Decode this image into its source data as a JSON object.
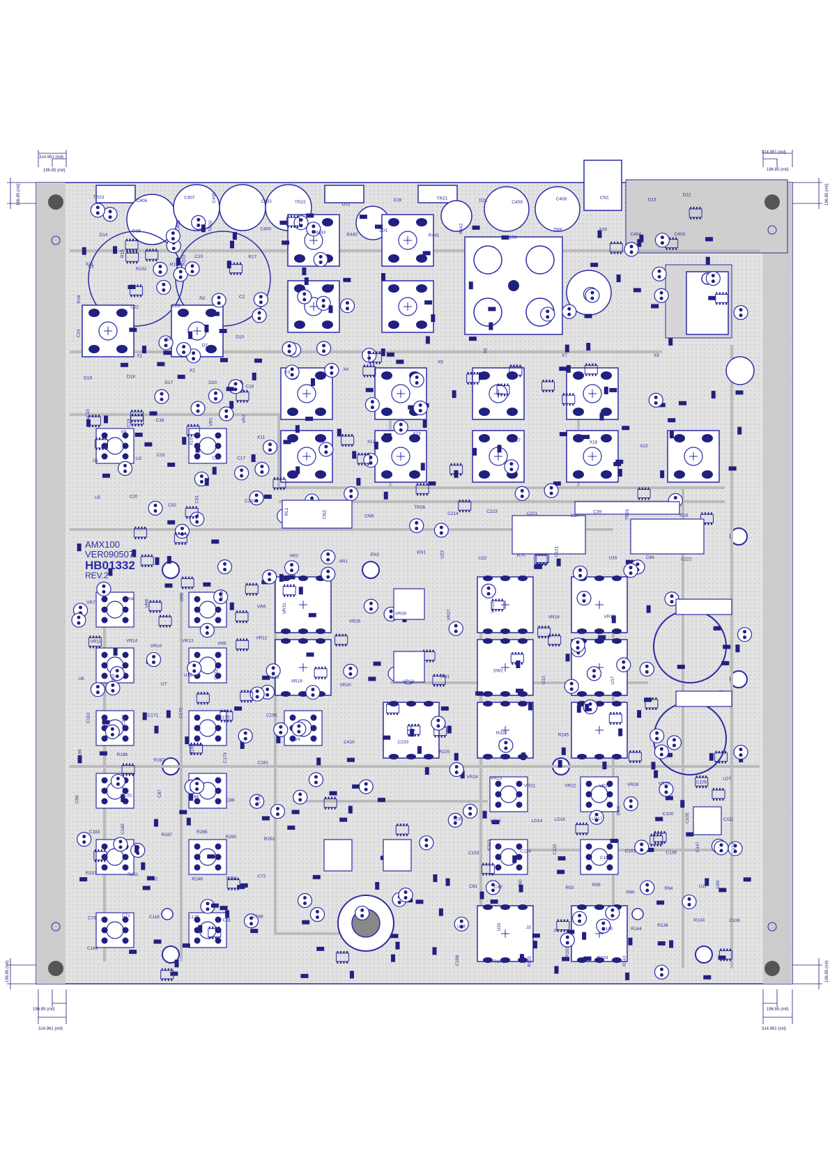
{
  "board": {
    "product": "AMX100",
    "version": "VER090507",
    "code": "HB01332",
    "revision": "REV.2"
  },
  "dimensions": {
    "outer": "314.961 (mil)",
    "inner": "196.85 (mil)"
  },
  "colors": {
    "silkscreen": "#2a2aa6",
    "copper": "#c8c8c8",
    "board": "#dcdcdc",
    "pad": "#202080"
  },
  "labels": {
    "power": [
      "TR23",
      "C406",
      "C407",
      "C405",
      "C402",
      "TR22",
      "D22",
      "D16",
      "TR21",
      "D21",
      "C409",
      "C408",
      "CN1",
      "D13",
      "D12",
      "D14",
      "D15",
      "C401",
      "TR20",
      "C400",
      "R443",
      "R440",
      "ZD1",
      "R441",
      "R442",
      "R153",
      "TR9",
      "X16",
      "C404",
      "C403",
      "X21",
      "R232",
      "R233"
    ],
    "transformers": [
      "X1",
      "X2",
      "X3",
      "X4",
      "X5",
      "X6",
      "X7",
      "X8",
      "X9",
      "X10",
      "X11",
      "X12",
      "X15",
      "X17",
      "X18",
      "X22"
    ],
    "left_top": [
      "C3",
      "R15",
      "R16",
      "C10",
      "R17",
      "R18",
      "C22",
      "C25",
      "R2",
      "C2",
      "C24",
      "D9",
      "D6",
      "D7",
      "D10",
      "D19",
      "D18",
      "D17",
      "D20",
      "C16",
      "C15",
      "C19",
      "C18",
      "VR1",
      "VR2",
      "U1",
      "U2",
      "C23",
      "C28",
      "C17",
      "U5",
      "C20",
      "C92",
      "C91",
      "C291"
    ],
    "relays": [
      "RL1",
      "CN2",
      "CN6",
      "TR26",
      "C214",
      "C223",
      "C221",
      "C37",
      "C39",
      "TR25",
      "R18",
      "AR2",
      "AR1",
      "EN2",
      "EN1",
      "U23",
      "U22",
      "R70",
      "C121",
      "U16",
      "C84",
      "C222"
    ],
    "controls": [
      "VR31",
      "VR26",
      "VR30",
      "VR27",
      "VR15",
      "VR16",
      "VR17",
      "VR19",
      "VR20",
      "VR18",
      "SW1",
      "SW2",
      "U13",
      "U17",
      "U24",
      "C410",
      "C233",
      "R225",
      "R322",
      "R245"
    ],
    "left_bottom": [
      "VR7",
      "VR4",
      "VR8",
      "VR5",
      "VR3",
      "VR6",
      "VR11",
      "VR14",
      "VR10",
      "VR13",
      "VR9",
      "VR12",
      "U9",
      "U10",
      "U7",
      "U15",
      "C131",
      "C132",
      "C163",
      "C164",
      "C171",
      "C172",
      "C155",
      "C156",
      "R196",
      "R198",
      "R197",
      "R199",
      "C179",
      "C181",
      "C50",
      "C51",
      "C87",
      "C88",
      "C89",
      "C96",
      "C183",
      "C165",
      "R287",
      "R286",
      "R290",
      "R291",
      "R237",
      "R251",
      "R252",
      "R246",
      "R254",
      "C72",
      "C73",
      "C71",
      "C116",
      "C173",
      "C81",
      "C168",
      "C169"
    ],
    "right_bottom": [
      "VR24",
      "VR23",
      "VR21",
      "VR22",
      "VR29",
      "VR28",
      "VR25",
      "C105",
      "LD7",
      "LD6",
      "LD12",
      "LD14",
      "LD16",
      "LD17",
      "SW6",
      "C100",
      "C102",
      "C111",
      "C103",
      "C113",
      "C114",
      "C115",
      "C107",
      "C101",
      "C136",
      "C147",
      "C153",
      "C61",
      "C62",
      "C60",
      "R93",
      "R95",
      "R90",
      "R94",
      "U27",
      "U26",
      "U19",
      "U20",
      "J3",
      "J4",
      "R140",
      "R144",
      "R136",
      "R143",
      "C106",
      "C108",
      "R101",
      "R102",
      "R103",
      "R104",
      "R142"
    ]
  }
}
